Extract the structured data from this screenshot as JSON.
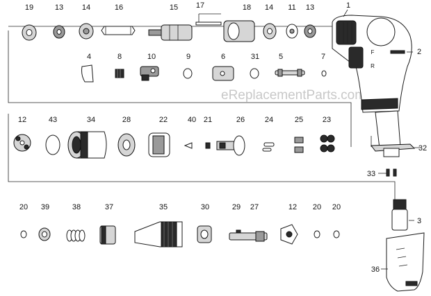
{
  "watermark": "eReplacementParts.com",
  "labels": {
    "p19": "19",
    "p13a": "13",
    "p14a": "14",
    "p16": "16",
    "p15": "15",
    "p17": "17",
    "p18": "18",
    "p14b": "14",
    "p11": "11",
    "p13b": "13",
    "p1": "1",
    "p2": "2",
    "p4": "4",
    "p8": "8",
    "p10": "10",
    "p9": "9",
    "p6": "6",
    "p31": "31",
    "p5": "5",
    "p7": "7",
    "p12a": "12",
    "p43": "43",
    "p34": "34",
    "p28": "28",
    "p22": "22",
    "p40": "40",
    "p21": "21",
    "p26": "26",
    "p24": "24",
    "p25": "25",
    "p23": "23",
    "p32": "32",
    "p33": "33",
    "p20a": "20",
    "p39": "39",
    "p38": "38",
    "p37": "37",
    "p35": "35",
    "p30": "30",
    "p29": "29",
    "p27": "27",
    "p12b": "12",
    "p20b": "20",
    "p20c": "20",
    "p3": "3",
    "p36": "36"
  },
  "handle_markings": {
    "forward": "F",
    "reverse": "R"
  }
}
